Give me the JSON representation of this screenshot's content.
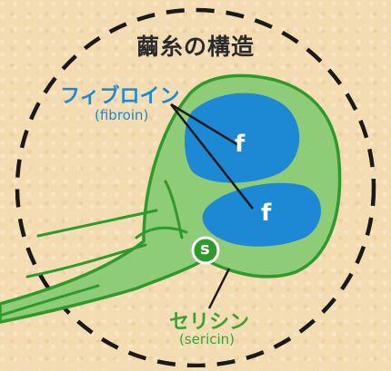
{
  "title": "繭糸の構造",
  "fibroin": {
    "label_jp": "フィブロイン",
    "label_en": "(fibroin)",
    "mark": "f"
  },
  "sericin": {
    "label_jp": "セリシン",
    "label_en": "(sericin)",
    "mark": "s"
  },
  "colors": {
    "background": "#f4dcb2",
    "sericin_fill": "#8fcc77",
    "sericin_outline": "#2f9a2c",
    "fibroin_fill": "#1d88d4",
    "dashed_circle": "#1a1a1a"
  }
}
